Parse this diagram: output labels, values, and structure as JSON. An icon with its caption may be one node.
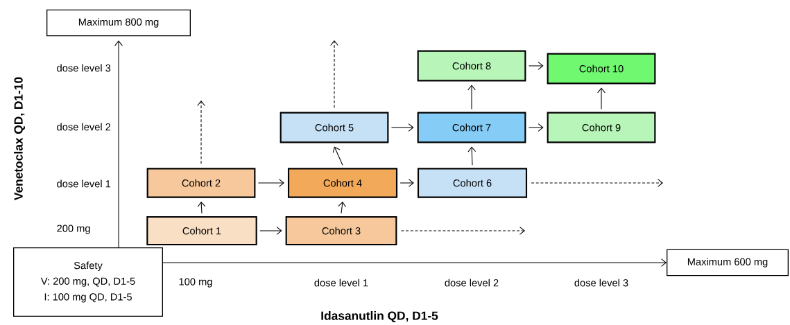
{
  "diagram": {
    "nodes": [
      {
        "text": [
          "Maximum 800 mg"
        ]
      },
      {
        "text": [
          "Safety",
          "V: 200 mg, QD, D1-5",
          "I: 100 mg QD, D1-5"
        ]
      },
      {
        "text": [
          "Maximum 600 mg"
        ]
      },
      {
        "text": [
          "Cohort 1"
        ]
      },
      {
        "text": [
          "Cohort 2"
        ]
      },
      {
        "text": [
          "Cohort 3"
        ]
      },
      {
        "text": [
          "Cohort 4"
        ]
      },
      {
        "text": [
          "Cohort 5"
        ]
      },
      {
        "text": [
          "Cohort 6"
        ]
      },
      {
        "text": [
          "Cohort 7"
        ]
      },
      {
        "text": [
          "Cohort 8"
        ]
      },
      {
        "text": [
          "Cohort 9"
        ]
      },
      {
        "text": [
          "Cohort 10"
        ]
      }
    ],
    "edges": [
      {
        "from": 1,
        "to": 0,
        "arrow": "to"
      },
      {
        "from": 1,
        "to": 2,
        "arrow": "to"
      },
      {
        "from": 3,
        "to": 4,
        "arrow": "to"
      },
      {
        "from": 3,
        "to": 5,
        "arrow": "to"
      },
      {
        "from": 4,
        "to": 6,
        "arrow": "to"
      },
      {
        "from": 5,
        "to": 6,
        "arrow": "to"
      },
      {
        "from": 6,
        "to": 7,
        "arrow": "to"
      },
      {
        "from": 6,
        "to": 8,
        "arrow": "to"
      },
      {
        "from": 7,
        "to": 9,
        "arrow": "to"
      },
      {
        "from": 8,
        "to": 9,
        "arrow": "to"
      },
      {
        "from": 9,
        "to": 10,
        "arrow": "to"
      },
      {
        "from": 9,
        "to": 11,
        "arrow": "to"
      },
      {
        "from": 10,
        "to": 12,
        "arrow": "to"
      },
      {
        "from": 11,
        "to": 12,
        "arrow": "to"
      },
      {
        "from": 4,
        "to": null,
        "arrow": "to",
        "style": "dashed"
      },
      {
        "from": 7,
        "to": null,
        "arrow": "to",
        "style": "dashed"
      },
      {
        "from": 5,
        "to": null,
        "arrow": "to",
        "style": "dashed"
      },
      {
        "from": 8,
        "to": null,
        "arrow": "to",
        "style": "dashed"
      }
    ],
    "labels": [
      "Venetoclax QD, D1-10",
      "dose level 3",
      "dose level 2",
      "dose level 1",
      "200 mg",
      "100 mg",
      "dose level 1",
      "dose level 2",
      "dose level 3",
      "Idasanutlin QD, D1-5"
    ]
  }
}
